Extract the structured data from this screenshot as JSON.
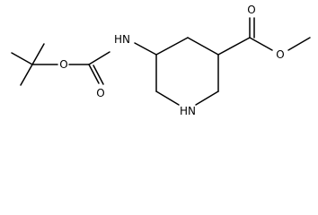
{
  "molecule": {
    "atom_labels": {
      "carbamate_ether_oxygen": "O",
      "carbamate_carbonyl_oxygen": "O",
      "carbamate_nitrogen": "HN",
      "ester_carbonyl_oxygen": "O",
      "ester_ether_oxygen": "O",
      "ring_nitrogen": "HN"
    }
  }
}
